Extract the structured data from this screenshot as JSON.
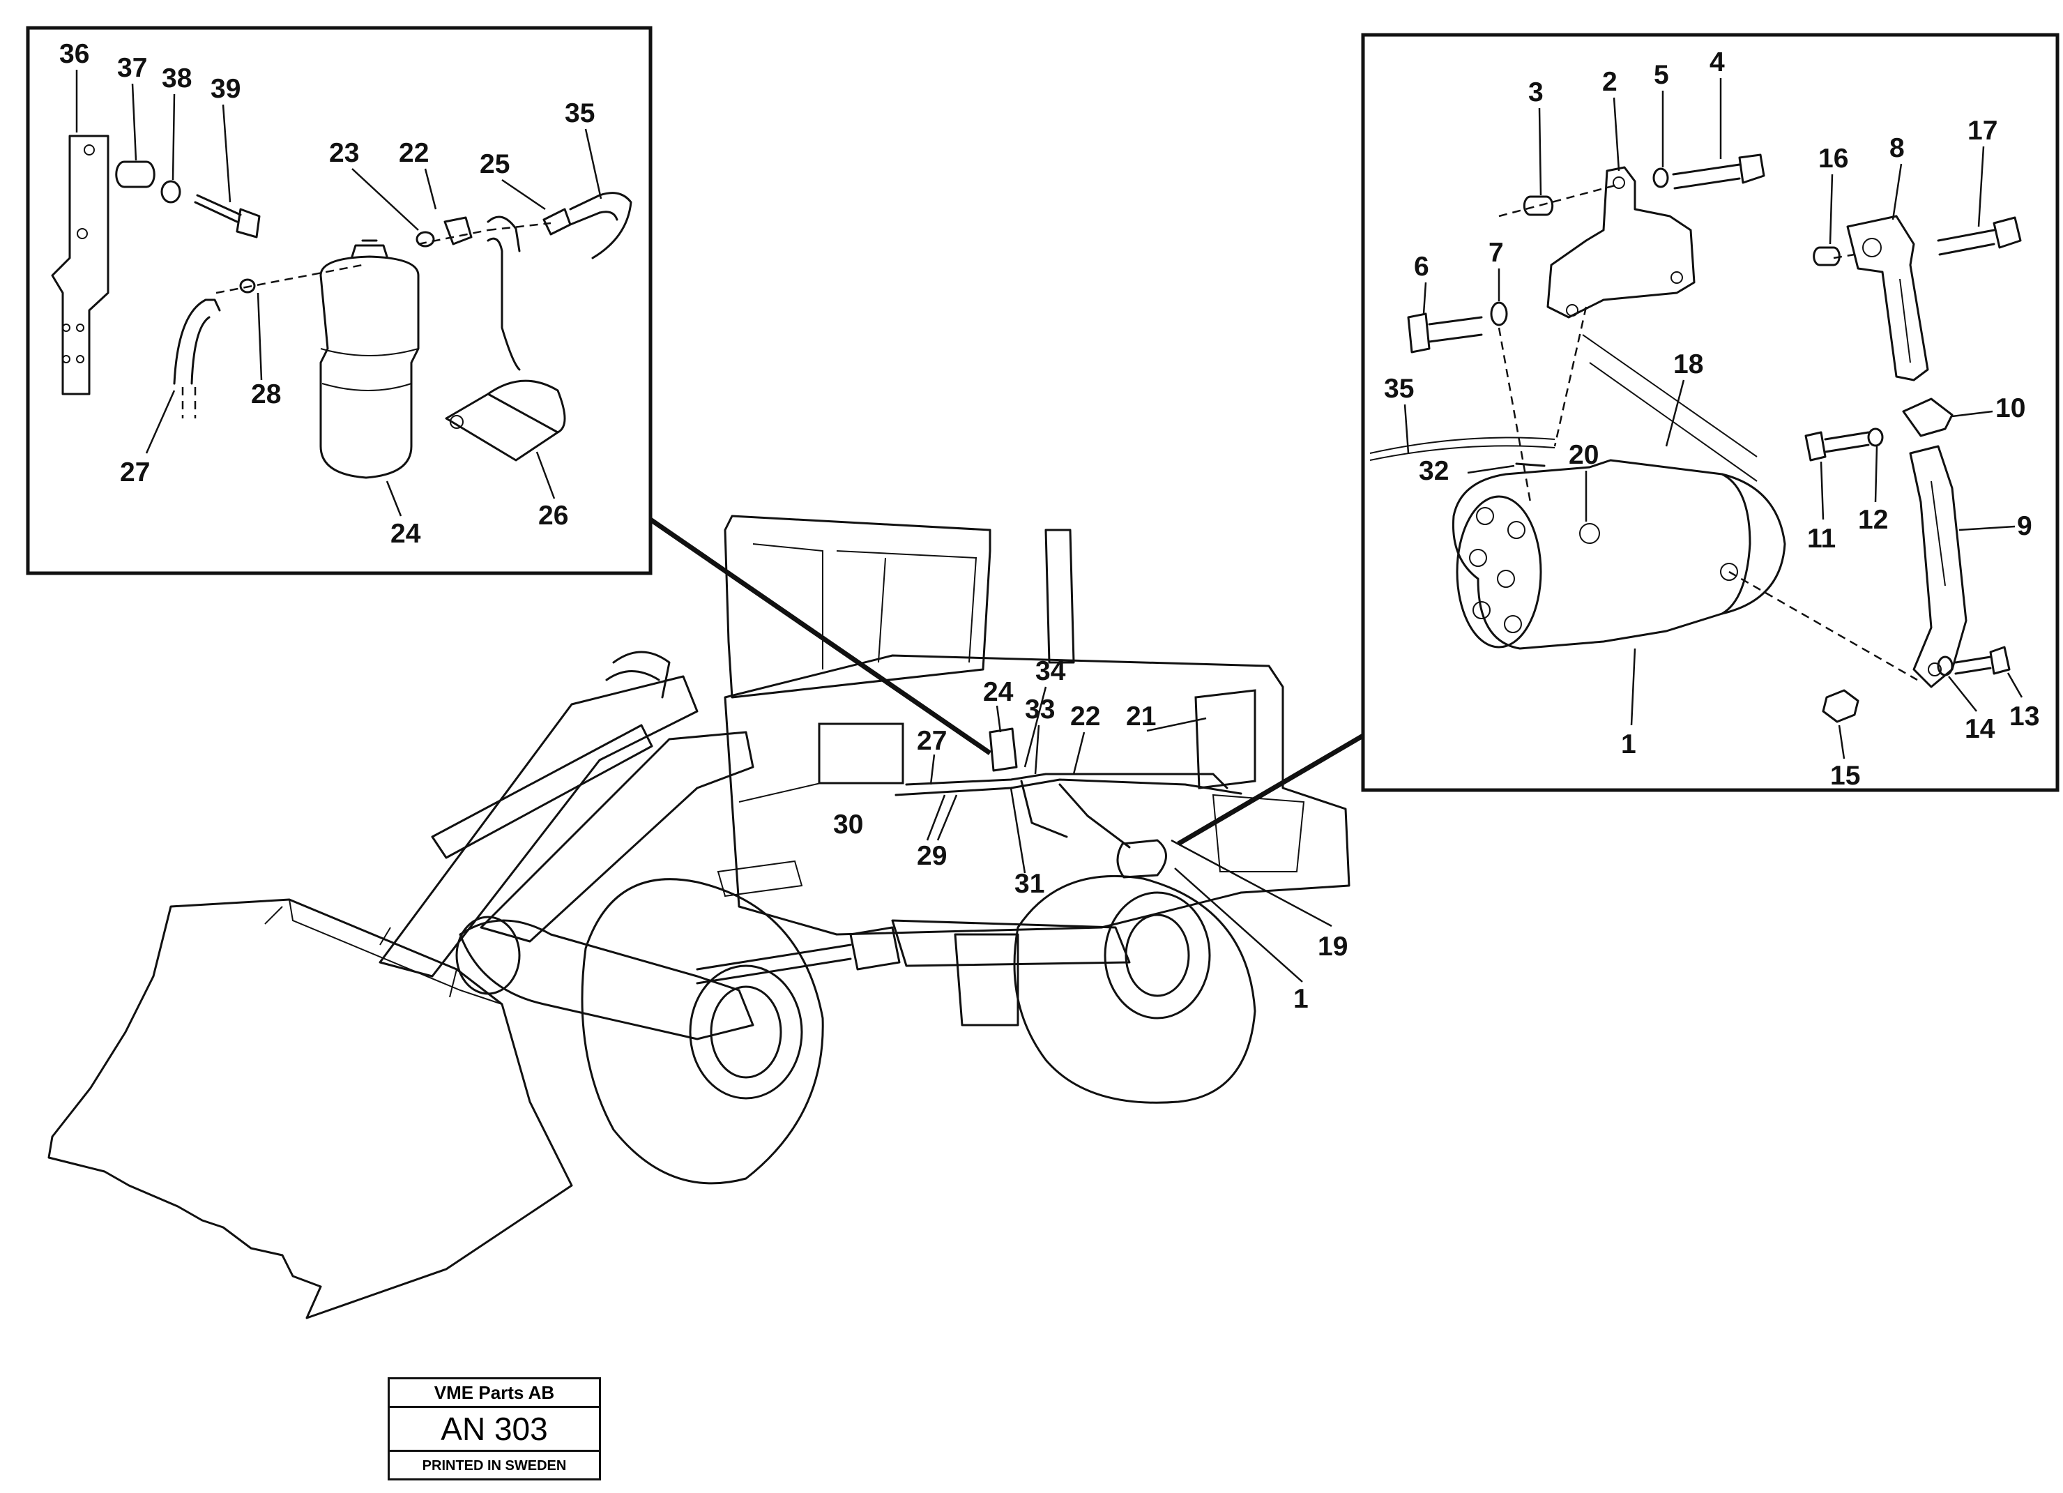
{
  "left_inset": {
    "callouts": [
      "36",
      "37",
      "38",
      "39",
      "23",
      "22",
      "25",
      "35",
      "28",
      "27",
      "24",
      "26"
    ]
  },
  "right_inset": {
    "callouts": [
      "3",
      "2",
      "5",
      "4",
      "16",
      "8",
      "17",
      "6",
      "7",
      "18",
      "35",
      "32",
      "20",
      "10",
      "11",
      "12",
      "9",
      "1",
      "14",
      "13",
      "15"
    ]
  },
  "main_view": {
    "callouts": [
      "24",
      "34",
      "33",
      "22",
      "21",
      "27",
      "30",
      "29",
      "31",
      "19",
      "1"
    ]
  },
  "title_block": {
    "company": "VME Parts AB",
    "code": "AN 303",
    "footer": "PRINTED IN SWEDEN"
  }
}
